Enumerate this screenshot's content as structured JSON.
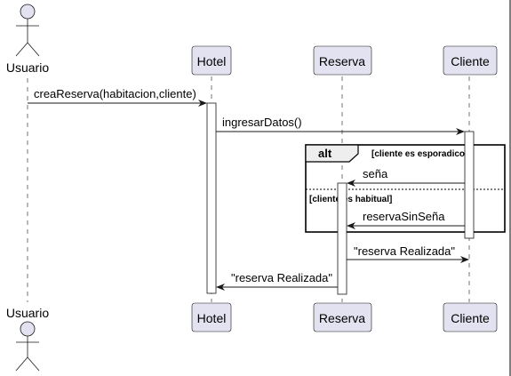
{
  "participants": {
    "usuario": "Usuario",
    "hotel": "Hotel",
    "reserva": "Reserva",
    "cliente": "Cliente"
  },
  "messages": {
    "crea_reserva": "creaReserva(habitacion,cliente)",
    "ingresar_datos": "ingresarDatos()",
    "sena": "seña",
    "reserva_sin_sena": "reservaSinSeña",
    "reserva_realizada_cliente": "\"reserva Realizada\"",
    "reserva_realizada_hotel": "\"reserva Realizada\""
  },
  "fragment": {
    "operator": "alt",
    "guard_1": "[cliente es esporadico]",
    "guard_2": "[cliente es habitual]"
  },
  "colors": {
    "participant_fill": "#e2e2f0",
    "participant_stroke": "#181818",
    "lifeline": "#181818"
  }
}
